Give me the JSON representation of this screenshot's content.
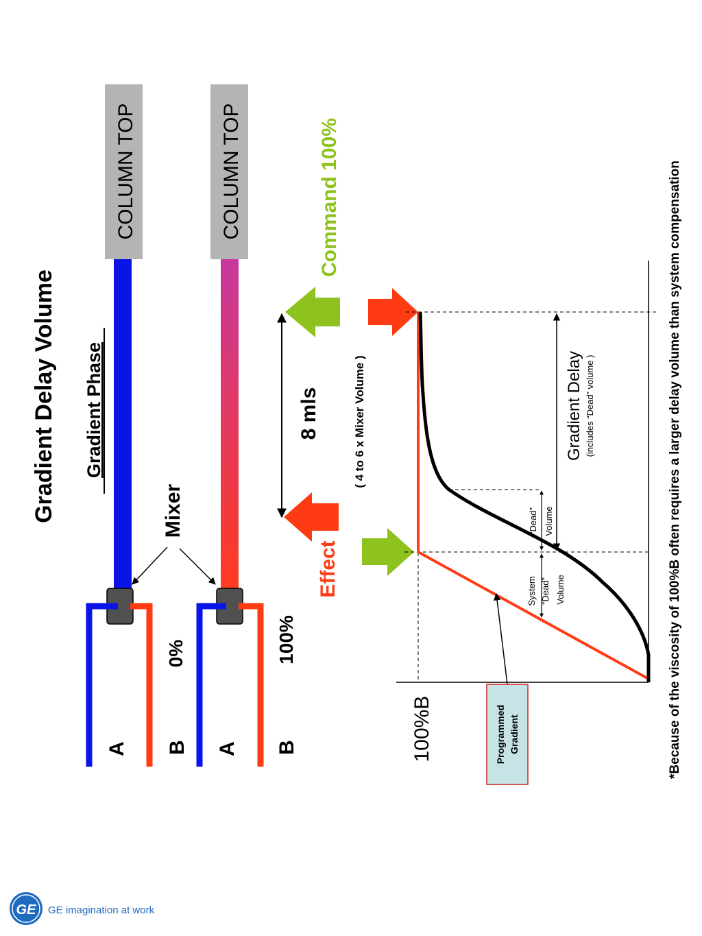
{
  "title": "Gradient Delay Volume",
  "subtitle": "Gradient Phase",
  "mixer_label": "Mixer",
  "column_top_label": "COLUMN TOP",
  "pump_a_label": "A",
  "pump_b_label": "B",
  "top_percent": "0%",
  "bottom_percent": "100%",
  "volume_label": "8 mls",
  "volume_note": "( 4 to 6 x Mixer Volume )",
  "command_label": "Command 100%",
  "effect_label": "Effect",
  "axis_label": "100%B",
  "gradient_delay_label": "Gradient Delay",
  "gradient_delay_note": "(includes “Dead” volume )",
  "dead_volume_line1": "“Dead”",
  "dead_volume_line2": "Volume",
  "system_dead_line1": "System",
  "system_dead_line2": "“Dead”",
  "system_dead_line3": "Volume",
  "programmed_gradient_line1": "Programmed",
  "programmed_gradient_line2": "Gradient",
  "footnote": "*Because of the viscosity of 100%B often requires a larger delay volume than system compensation",
  "logo_text": "GE imagination at work",
  "logo_monogram": "GE",
  "colors": {
    "solvent_a": "#0a14e6",
    "solvent_b": "#ff3b14",
    "command_arrow": "#8dc21f",
    "effect_arrow": "#ff3b14",
    "column_top_bg": "#b4b4b4",
    "mixed_start": "#ff3a1e",
    "mixed_end": "#c8389e",
    "label_box_bg": "#c6e3e6",
    "label_box_border": "#d22323",
    "logo": "#1f6bc0"
  }
}
